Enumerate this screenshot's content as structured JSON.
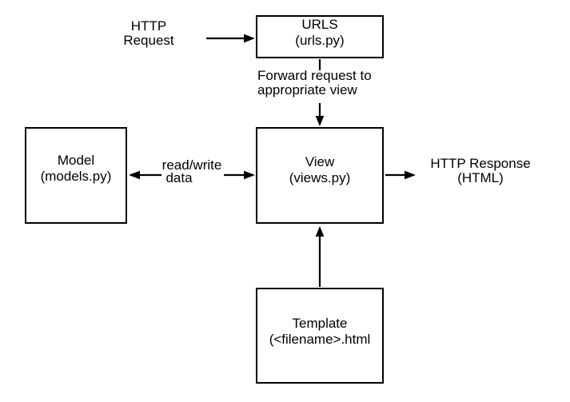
{
  "colors": {
    "stroke": "#000000",
    "background": "#ffffff"
  },
  "nodes": {
    "urls": {
      "label": "URLS",
      "sublabel": "(urls.py)"
    },
    "model": {
      "label": "Model",
      "sublabel": "(models.py)"
    },
    "view": {
      "label": "View",
      "sublabel": "(views.py)"
    },
    "template": {
      "label": "Template",
      "sublabel": "(<filename>.html"
    }
  },
  "labels": {
    "http_request": {
      "line1": "HTTP",
      "line2": "Request"
    },
    "forward": {
      "line1": "Forward request to",
      "line2": "appropriate view"
    },
    "read_write": {
      "line1": "read/write",
      "line2": "data"
    },
    "http_response": {
      "line1": "HTTP Response",
      "line2": "(HTML)"
    }
  }
}
